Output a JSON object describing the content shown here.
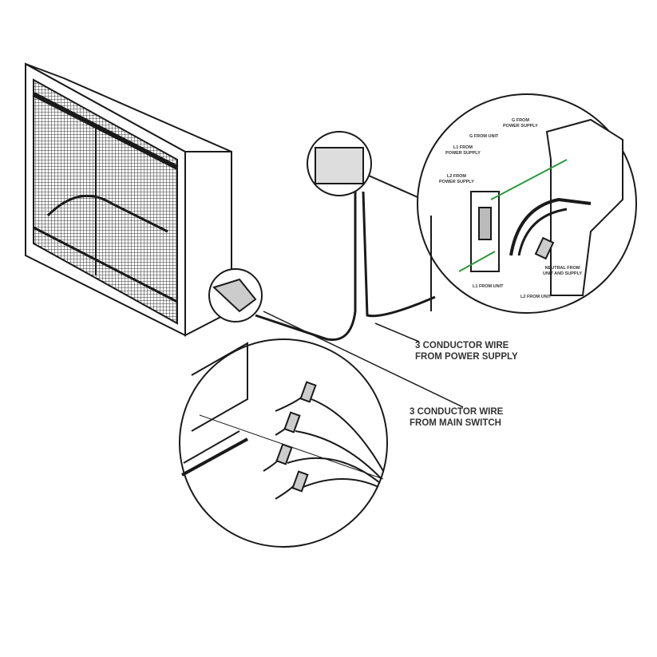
{
  "labels": {
    "power_supply_line1": "3 CONDUCTOR WIRE",
    "power_supply_line2": "FROM POWER SUPPLY",
    "main_switch_line1": "3 CONDUCTOR WIRE",
    "main_switch_line2": "FROM MAIN SWITCH"
  },
  "detail_labels": {
    "g_power_1": "G FROM",
    "g_power_2": "POWER SUPPLY",
    "g_unit": "G FROM UNIT",
    "l1_power_1": "L1 FROM",
    "l1_power_2": "POWER SUPPLY",
    "l2_power_1": "L2 FROM",
    "l2_power_2": "POWER SUPPLY",
    "neutral_1": "NEUTRAL FROM",
    "neutral_2": "UNIT AND SUPPLY",
    "l1_unit": "L1 FROM UNIT",
    "l2_unit": "L2 FROM UNIT"
  },
  "colors": {
    "line": "#1a1a1a",
    "ground": "#2a9a3a"
  }
}
